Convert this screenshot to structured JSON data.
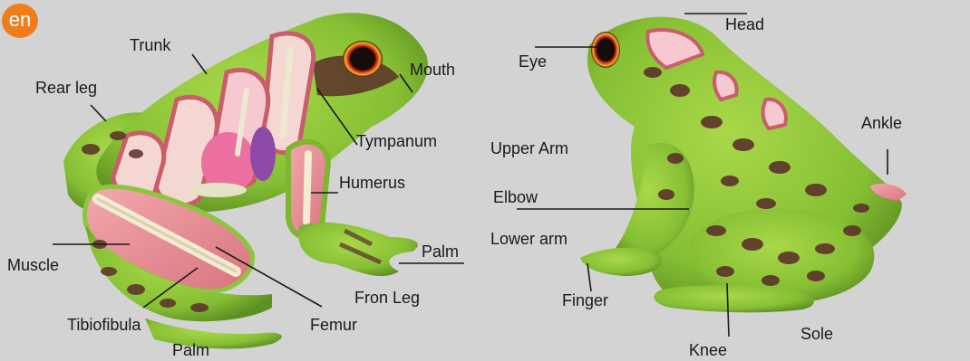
{
  "badge": "en",
  "labels": {
    "trunk": "Trunk",
    "rear_leg": "Rear leg",
    "mouth": "Mouth",
    "tympanum": "Tympanum",
    "humerus": "Humerus",
    "palm_front": "Palm",
    "fron_leg": "Fron Leg",
    "muscle": "Muscle",
    "tibiofibula": "Tibiofibula",
    "femur": "Femur",
    "palm_bottom": "Palm",
    "head": "Head",
    "eye": "Eye",
    "upper_arm": "Upper Arm",
    "ankle": "Ankle",
    "elbow": "Elbow",
    "lower_arm": "Lower arm",
    "finger": "Finger",
    "sole": "Sole",
    "knee": "Knee"
  },
  "colors": {
    "skin_green": "#8cc63f",
    "spot_brown": "#5a2f2a",
    "muscle_pink": "#e8919a",
    "bone_cream": "#f3ecd2",
    "badge_orange": "#ef7d1a"
  }
}
